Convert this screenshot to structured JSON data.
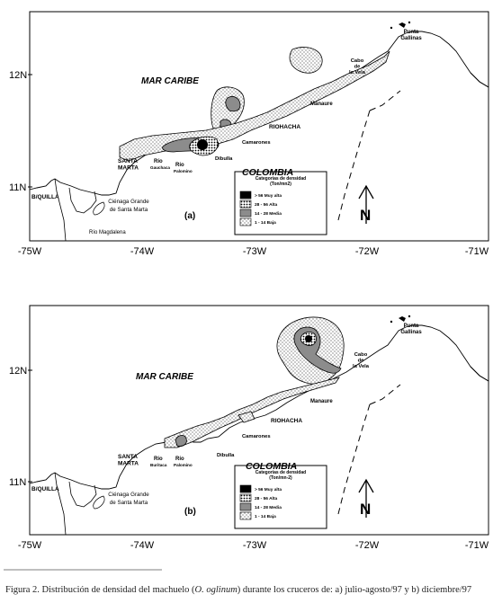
{
  "maps": [
    {
      "panel_label": "(a)",
      "sea_label": "MAR CARIBE",
      "country_label": "COLOMBIA",
      "places": {
        "punta_gallinas": [
          "Punta",
          "Gallinas"
        ],
        "cabo_vela": [
          "Cabo",
          "de",
          "la Vela"
        ],
        "manaure": "Manaure",
        "riohacha": "RIOHACHA",
        "camarones": "Camarones",
        "dibulla": "Dibulla",
        "santa_marta": [
          "SANTA",
          "MARTA"
        ],
        "rio_gauchaca": [
          "Río",
          "Gauchaca"
        ],
        "rio_palomino": [
          "Río",
          "Palomino"
        ],
        "bquilla": "B/QUILLA",
        "cienaga": [
          "Ciénaga Grande",
          "de Santa Marta"
        ],
        "rio_magdalena": "Río Magdalena"
      },
      "legend": {
        "title": [
          "Categorías de densidad",
          "(Ton/mn2)"
        ],
        "items": [
          "> 56 Muy alta",
          "28 - 56 Alta",
          "14 - 28 Media",
          "1 - 14 Baja"
        ]
      },
      "north_label": "N",
      "x_ticks": [
        "-75W",
        "-74W",
        "-73W",
        "-72W",
        "-71W"
      ],
      "y_ticks": [
        "12N",
        "11N"
      ]
    },
    {
      "panel_label": "(b)",
      "sea_label": "MAR CARIBE",
      "country_label": "COLOMBIA",
      "places": {
        "punta_gallinas": [
          "Punta",
          "Gallinas"
        ],
        "cabo_vela": [
          "Cabo",
          "de",
          "la Vela"
        ],
        "manaure": "Manaure",
        "riohacha": "RIOHACHA",
        "camarones": "Camarones",
        "dibulla": "Dibulla",
        "santa_marta": [
          "SANTA",
          "MARTA"
        ],
        "rio_gauchaca": [
          "Río",
          "Buritaca"
        ],
        "rio_palomino": [
          "Río",
          "Palomino"
        ],
        "bquilla": "B/QUILLA",
        "cienaga": [
          "Ciénaga Grande",
          "de Santa Marta"
        ],
        "rio_magdalena": ""
      },
      "legend": {
        "title": [
          "Categorías de densidad",
          "(Ton/mn-2)"
        ],
        "items": [
          "> 56 Muy alta",
          "28 - 56 Alta",
          "14 - 28 Media",
          "1 - 14 Baja"
        ]
      },
      "north_label": "N",
      "x_ticks": [
        "-75W",
        "-74W",
        "-73W",
        "-72W",
        "-71W"
      ],
      "y_ticks": [
        "12N",
        "11N"
      ]
    }
  ],
  "caption": {
    "prefix": "Figura 2. Distribución de densidad del machuelo (",
    "species": "O. oglinum",
    "suffix": ") durante los cruceros de: a) julio-agosto/97 y b) diciembre/97"
  },
  "colors": {
    "muy_alta": "#000000",
    "media": "#8c8c8c",
    "frame": "#000000"
  }
}
